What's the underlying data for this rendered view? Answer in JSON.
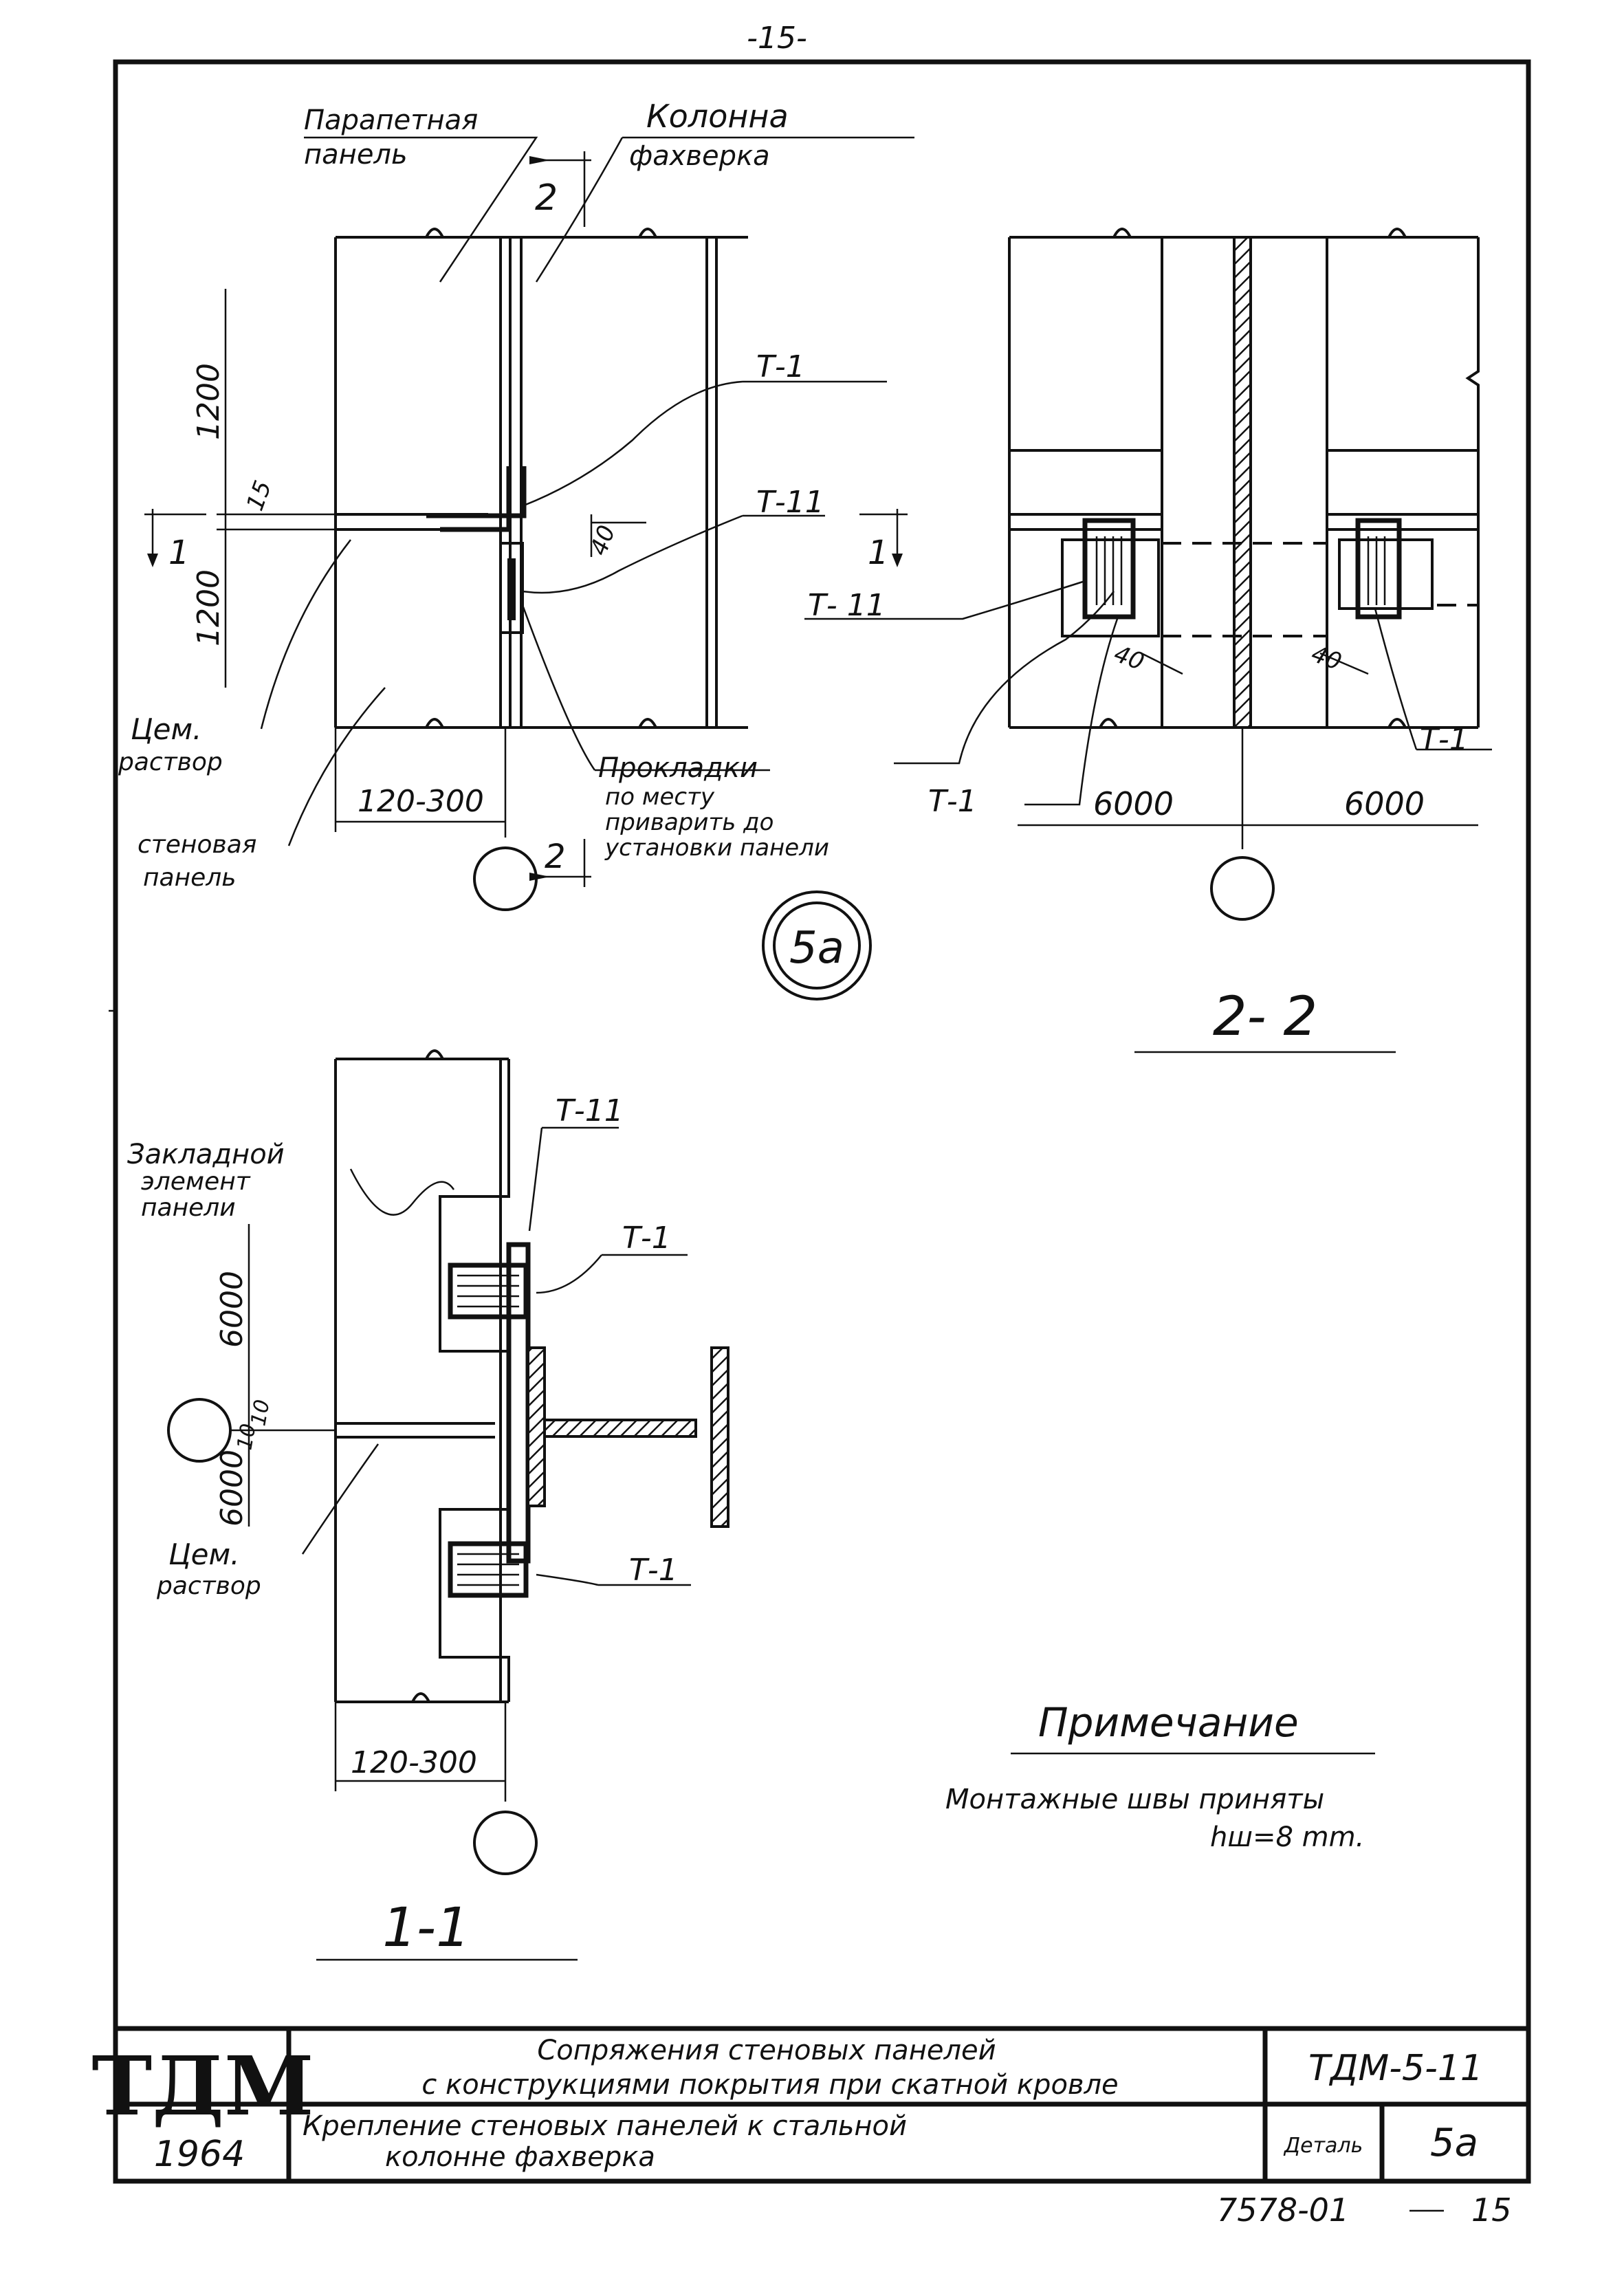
{
  "page_number": "-15-",
  "section_2_2_top": {
    "parapet_label": [
      "Парапетная",
      "панель"
    ],
    "column_label": [
      "Колонна",
      "фахверка"
    ],
    "cut_mark": "2",
    "dim_1200_top": "1200",
    "dim_1200_bottom": "1200",
    "dim_15": "15",
    "dim_40": "40",
    "t1_label": "Т-1",
    "t11_label": "Т-11",
    "cut_1": "1",
    "mortar_label": [
      "Цем.",
      "раствор"
    ],
    "wall_panel_label": [
      "стеновая",
      "панель"
    ],
    "gap_dim": "120-300",
    "gasket_label": [
      "Прокладки",
      "по месту",
      "приварить до",
      "установки панели"
    ],
    "cut_2_bottom": "2"
  },
  "section_2_2_right": {
    "t11_label": "Т- 11",
    "t1_label_left": "Т-1",
    "t1_label_right": "Т-1",
    "dim_40_left": "40",
    "dim_40_right": "40",
    "dim_6000_left": "6000",
    "dim_6000_right": "6000",
    "cut_1": "1",
    "section_title": "2- 2"
  },
  "detail_mark": "5а",
  "section_1_1": {
    "embedded_label": [
      "Закладной",
      "элемент",
      "панели"
    ],
    "t11_label": "Т-11",
    "t1_label_top": "Т-1",
    "t1_label_bottom": "Т-1",
    "dim_6000_top": "6000",
    "dim_6000_bottom": "6000",
    "dim_10_top": "10",
    "dim_10_bottom": "10",
    "mortar_label": [
      "Цем.",
      "раствор"
    ],
    "gap_dim": "120-300",
    "section_title": "1-1"
  },
  "note": {
    "heading": "Примечание",
    "line1": "Монтажные швы приняты",
    "line2": "hш=8 mm."
  },
  "title_block": {
    "logo": "ТДМ",
    "year": "1964",
    "title_line1": "Сопряжения стеновых панелей",
    "title_line2": "с конструкциями покрытия при скатной кровле",
    "title_line3": "Крепление стеновых панелей к стальной",
    "title_line4": "колонне фахверка",
    "code": "ТДМ-5-11",
    "detail_label": "Деталь",
    "detail_value": "5а"
  },
  "footer_code": "7578-01",
  "footer_sheet": "15"
}
